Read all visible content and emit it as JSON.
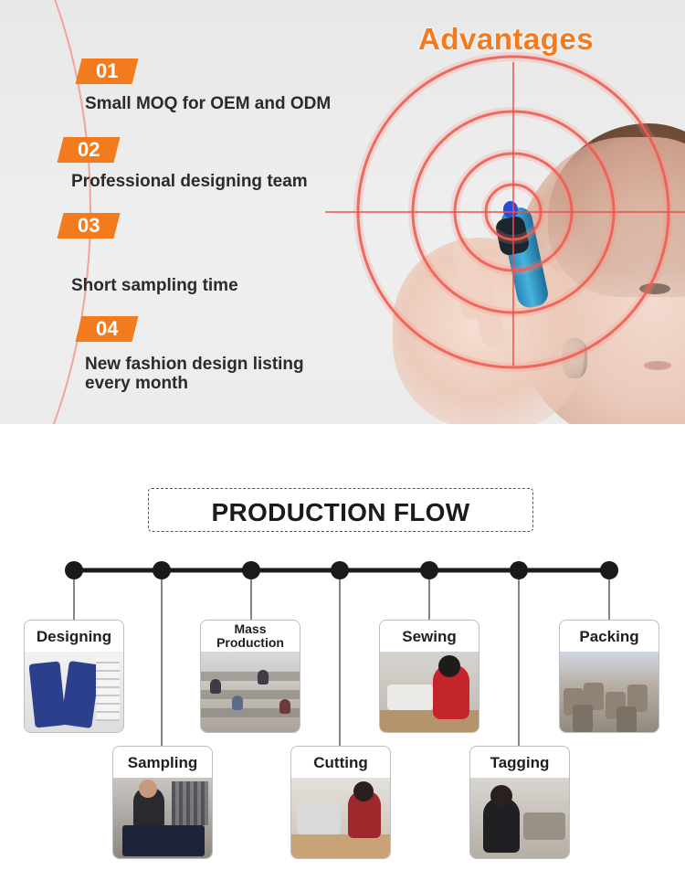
{
  "advantages": {
    "title": "Advantages",
    "items": [
      {
        "num": "01",
        "text": "Small MOQ for OEM and ODM"
      },
      {
        "num": "02",
        "text": "Professional designing team"
      },
      {
        "num": "03",
        "text": "Short sampling time"
      },
      {
        "num": "04",
        "text": "New fashion design listing every month"
      }
    ],
    "accent_color": "#f47a1e",
    "target_color": "#e8524a"
  },
  "production_flow": {
    "title": "PRODUCTION FLOW",
    "steps": [
      {
        "label": "Designing",
        "photo": "pattern-board-photo"
      },
      {
        "label": "Sampling",
        "photo": "sample-worker-photo"
      },
      {
        "label": "Mass Production",
        "photo": "factory-floor-photo"
      },
      {
        "label": "Cutting",
        "photo": "cutting-machine-photo"
      },
      {
        "label": "Sewing",
        "photo": "sewing-worker-photo"
      },
      {
        "label": "Tagging",
        "photo": "tagging-worker-photo"
      },
      {
        "label": "Packing",
        "photo": "packed-bags-photo"
      }
    ],
    "line_color": "#1a1a1a"
  }
}
